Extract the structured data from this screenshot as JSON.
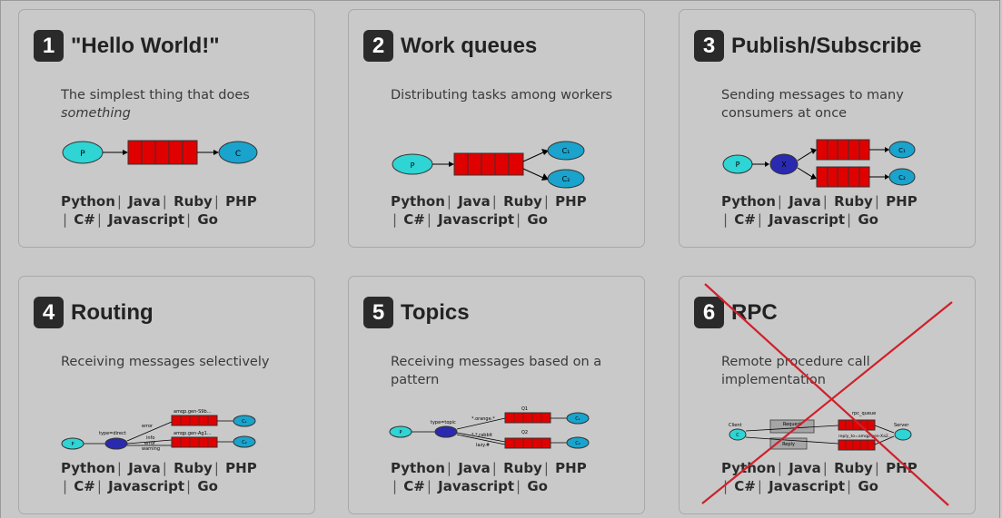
{
  "tutorials": [
    {
      "number": "1",
      "title": "\"Hello World!\"",
      "desc_plain": "The simplest thing that does",
      "desc_italic": "something"
    },
    {
      "number": "2",
      "title": "Work queues",
      "desc_plain": "Distributing tasks among workers",
      "desc_italic": ""
    },
    {
      "number": "3",
      "title": "Publish/Subscribe",
      "desc_plain": "Sending messages to many consumers at once",
      "desc_italic": ""
    },
    {
      "number": "4",
      "title": "Routing",
      "desc_plain": "Receiving messages selectively",
      "desc_italic": ""
    },
    {
      "number": "5",
      "title": "Topics",
      "desc_plain": "Receiving messages based on a pattern",
      "desc_italic": ""
    },
    {
      "number": "6",
      "title": "RPC",
      "desc_plain": "Remote procedure call implementation",
      "desc_italic": ""
    }
  ],
  "languages": [
    "Python",
    "Java",
    "Ruby",
    "PHP",
    "C#",
    "Javascript",
    "Go"
  ],
  "diagram_labels": {
    "p": "P",
    "c": "C",
    "c1": "C₁",
    "c2": "C₂",
    "x": "X",
    "routing_error": "error",
    "routing_info": "info",
    "routing_warning": "warning",
    "routing_type": "type=direct",
    "routing_q1": "amqp.gen-S9b...",
    "routing_q2": "amqp.gen-Ag1...",
    "topics_type": "type=topic",
    "topics_b1": "*.orange.*",
    "topics_b2": "*.*.rabbit",
    "topics_b3": "lazy.#",
    "topics_q1": "Q1",
    "topics_q2": "Q2",
    "rpc_client": "Client",
    "rpc_server": "Server",
    "rpc_queue": "rpc_queue",
    "rpc_request": "Request",
    "rpc_reply": "Reply",
    "rpc_reply_to": "reply_to=amqp.gen-Xa2..."
  },
  "colors": {
    "crossed_out": "#d0202a",
    "queue": "#e00000",
    "producer": "#2fd4d4",
    "consumer": "#1aa3cc",
    "exchange": "#2a2ab0"
  }
}
